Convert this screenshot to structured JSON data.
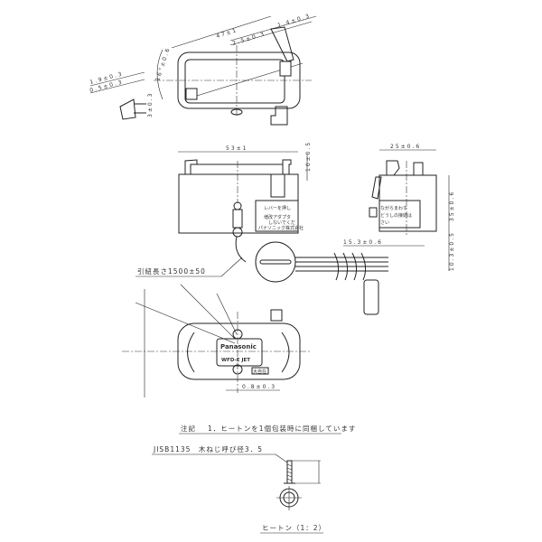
{
  "top_view": {
    "dims": [
      "47±1",
      "1.4±0.3",
      "2.5±0.3",
      "16°±0.6",
      "1.9±0.3",
      "0.5±0.3",
      "3±0.3"
    ]
  },
  "front_view": {
    "width_dim": "53±1",
    "height_dim": "10±0.5",
    "label_lines": [
      "レバーを押し",
      "増改アダプタ",
      "しないでくだ",
      "パナソニック株式会社"
    ],
    "cord_length": "引紐長さ1500±50"
  },
  "side_view": {
    "width_dim": "25±0.6",
    "height_dim": "35±0.6",
    "offset_dim": "15.3±0.6",
    "bottom_dim": "10.3±0.5",
    "label_lines": [
      "ながらまわす",
      "どうしの接続は",
      "さい"
    ]
  },
  "bottom_view": {
    "brand": "Panasonic",
    "model": "WFD-E JET",
    "stamp": "大自在",
    "gap_dim": "0.8±0.3"
  },
  "notes": {
    "note_label": "注記",
    "note_text": "1．ヒートンを1個包装時に同梱しています",
    "screw_spec": "JISB1135　木ねじ呼び径3．5",
    "eyebolt_caption": "ヒートン（1：2）"
  }
}
